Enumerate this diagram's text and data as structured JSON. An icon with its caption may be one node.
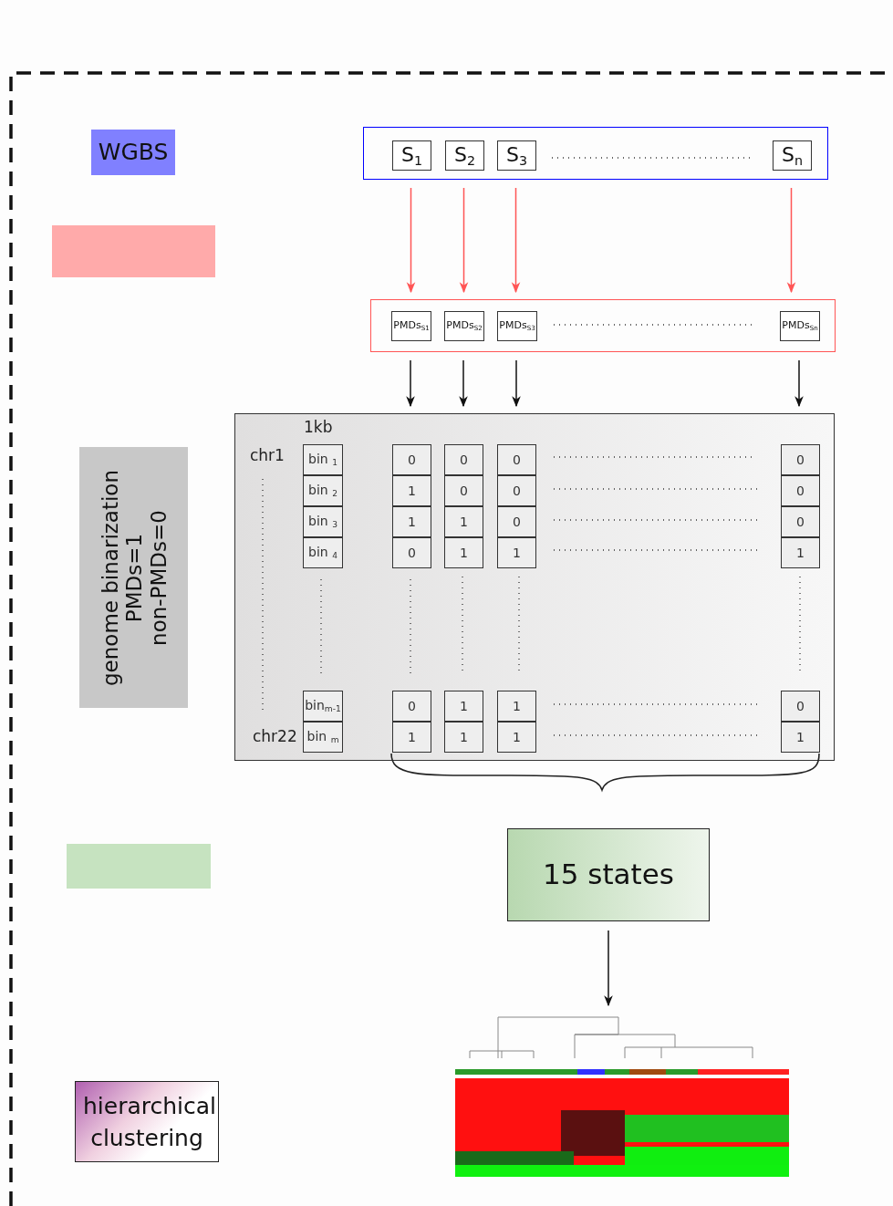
{
  "diagram": {
    "nodes": [
      {
        "text": [
          "WGBS"
        ]
      },
      {
        "text": [],
        "shape": "box"
      },
      {
        "text": [
          "genome binarization",
          "PMDs=1",
          "non-PMDs=0"
        ]
      },
      {
        "text": [],
        "shape": "box"
      },
      {
        "text": [
          "hierarchical clustering"
        ]
      },
      {
        "text": [],
        "shape": "box"
      },
      {
        "text": [
          "S$_{1}$"
        ],
        "in": 5
      },
      {
        "text": [
          "S$_{2}$"
        ],
        "in": 5
      },
      {
        "text": [
          "S$_{3}$"
        ],
        "in": 5
      },
      {
        "text": [
          "S$_{n}$"
        ],
        "in": 5
      },
      {
        "text": [],
        "shape": "box"
      },
      {
        "text": [
          "PMDs$_{S1}$"
        ],
        "in": 10
      },
      {
        "text": [
          "PMDs$_{S2}$"
        ],
        "in": 10
      },
      {
        "text": [
          "PMDs$_{S3}$"
        ],
        "in": 10
      },
      {
        "text": [
          "PMDs$_{Sn}$"
        ],
        "in": 10
      },
      {
        "text": [],
        "shape": "box"
      },
      {
        "text": [
          "bin $_{1}$"
        ],
        "in": 15
      },
      {
        "text": [
          "0"
        ],
        "in": 15
      },
      {
        "text": [
          "0"
        ],
        "in": 15
      },
      {
        "text": [
          "0"
        ],
        "in": 15
      },
      {
        "text": [
          "0"
        ],
        "in": 15
      },
      {
        "text": [
          "bin $_{2}$"
        ],
        "in": 15
      },
      {
        "text": [
          "1"
        ],
        "in": 15
      },
      {
        "text": [
          "0"
        ],
        "in": 15
      },
      {
        "text": [
          "0"
        ],
        "in": 15
      },
      {
        "text": [
          "0"
        ],
        "in": 15
      },
      {
        "text": [
          "bin $_{3}$"
        ],
        "in": 15
      },
      {
        "text": [
          "1"
        ],
        "in": 15
      },
      {
        "text": [
          "1"
        ],
        "in": 15
      },
      {
        "text": [
          "0"
        ],
        "in": 15
      },
      {
        "text": [
          "0"
        ],
        "in": 15
      },
      {
        "text": [
          "bin $_{4}$"
        ],
        "in": 15
      },
      {
        "text": [
          "0"
        ],
        "in": 15
      },
      {
        "text": [
          "1"
        ],
        "in": 15
      },
      {
        "text": [
          "1"
        ],
        "in": 15
      },
      {
        "text": [
          "1"
        ],
        "in": 15
      },
      {
        "text": [
          "bin$_{m-1}$"
        ],
        "in": 15
      },
      {
        "text": [
          "0"
        ],
        "in": 15
      },
      {
        "text": [
          "1"
        ],
        "in": 15
      },
      {
        "text": [
          "1"
        ],
        "in": 15
      },
      {
        "text": [
          "0"
        ],
        "in": 15
      },
      {
        "text": [
          "bin $_{m}$"
        ],
        "in": 15
      },
      {
        "text": [
          "1"
        ],
        "in": 15
      },
      {
        "text": [
          "1"
        ],
        "in": 15
      },
      {
        "text": [
          "1"
        ],
        "in": 15
      },
      {
        "text": [
          "1"
        ],
        "in": 15
      },
      {
        "text": [
          "15 states"
        ]
      },
      {
        "text": [],
        "shape": "picture"
      }
    ],
    "edges": [
      {
        "from": 6,
        "to": 11,
        "arrow": "to",
        "color": "#ff5555"
      },
      {
        "from": 7,
        "to": 12,
        "arrow": "to",
        "color": "#ff5555"
      },
      {
        "from": 8,
        "to": 13,
        "arrow": "to",
        "color": "#ff5555"
      },
      {
        "from": 9,
        "to": 14,
        "arrow": "to",
        "color": "#ff5555"
      },
      {
        "from": 11,
        "to": 15,
        "arrow": "to"
      },
      {
        "from": 12,
        "to": 15,
        "arrow": "to"
      },
      {
        "from": 13,
        "to": 15,
        "arrow": "to"
      },
      {
        "from": 14,
        "to": 15,
        "arrow": "to"
      },
      {
        "from": 46,
        "to": 47,
        "arrow": "to"
      }
    ],
    "labels": [
      "1kb",
      "chr1",
      "chr22"
    ]
  }
}
